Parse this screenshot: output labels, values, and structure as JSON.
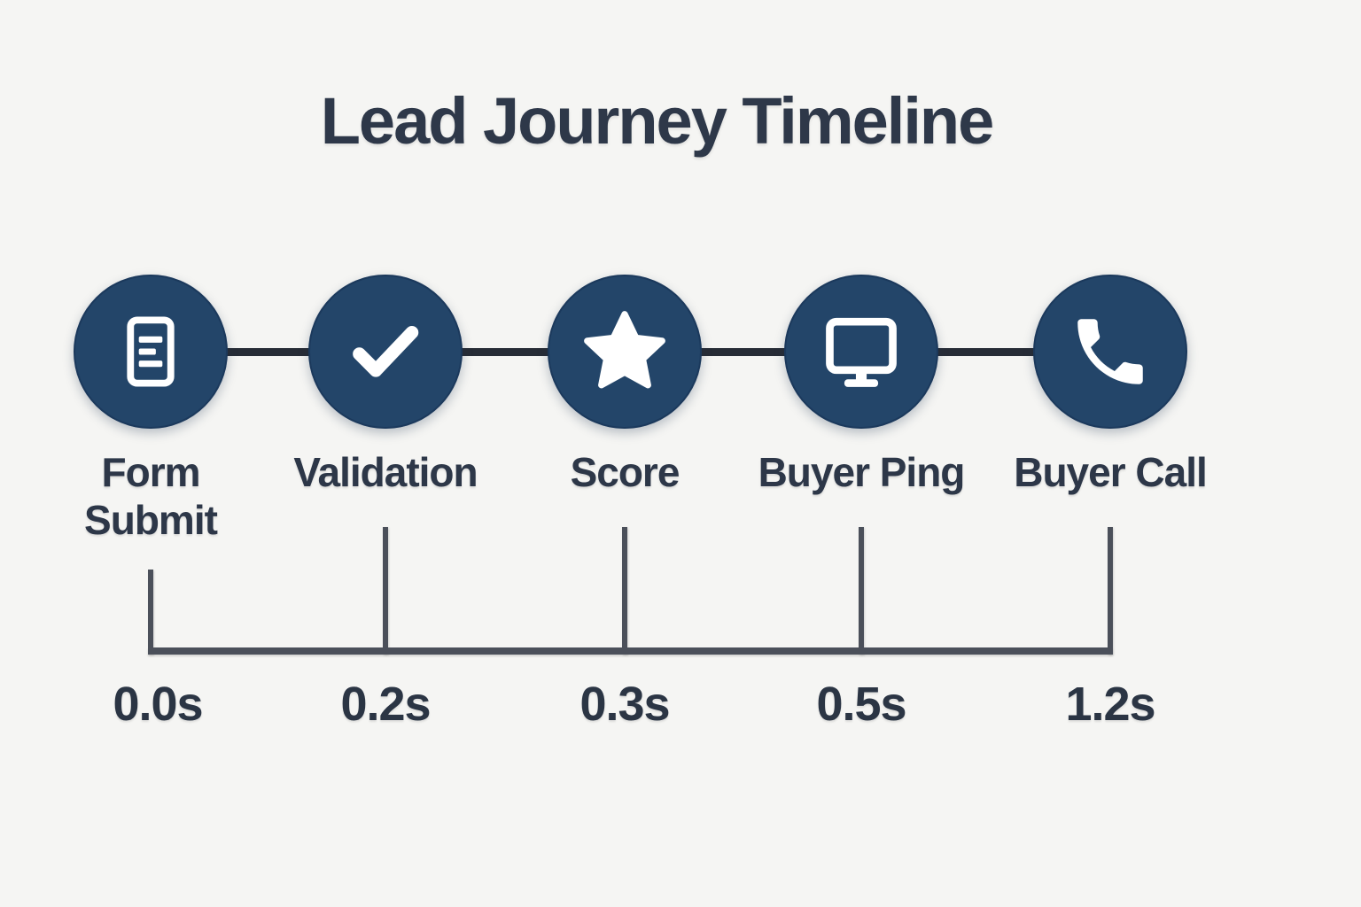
{
  "title": "Lead Journey Timeline",
  "steps": [
    {
      "label": "Form Submit",
      "time": "0.0s",
      "icon": "document-icon"
    },
    {
      "label": "Validation",
      "time": "0.2s",
      "icon": "check-icon"
    },
    {
      "label": "Score",
      "time": "0.3s",
      "icon": "star-icon"
    },
    {
      "label": "Buyer Ping",
      "time": "0.5s",
      "icon": "monitor-icon"
    },
    {
      "label": "Buyer Call",
      "time": "1.2s",
      "icon": "phone-icon"
    }
  ],
  "colors": {
    "background": "#f5f5f3",
    "node_fill": "#234569",
    "icon": "#ffffff",
    "connector": "#272c36",
    "axis": "#4b505a",
    "text": "#2d3748"
  }
}
